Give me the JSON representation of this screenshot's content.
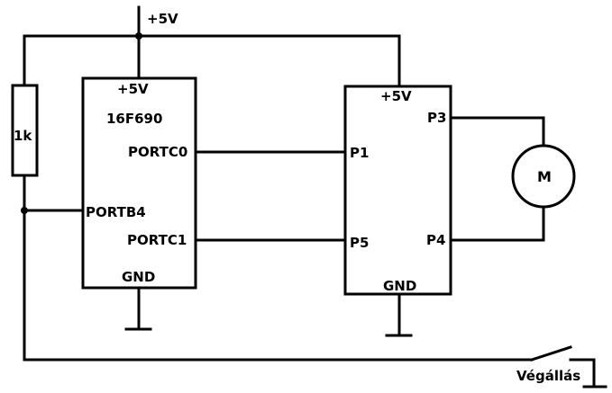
{
  "supply": {
    "top": "+5V"
  },
  "resistor": {
    "value": "1k"
  },
  "mcu": {
    "vcc": "+5V",
    "part": "16F690",
    "pin_portc0": "PORTC0",
    "pin_portb4": "PORTB4",
    "pin_portc1": "PORTC1",
    "gnd": "GND"
  },
  "driver": {
    "vcc": "+5V",
    "p3": "P3",
    "p1": "P1",
    "p5": "P5",
    "p4": "P4",
    "gnd": "GND"
  },
  "motor": {
    "label": "M"
  },
  "limit_switch": {
    "label": "Végállás"
  }
}
